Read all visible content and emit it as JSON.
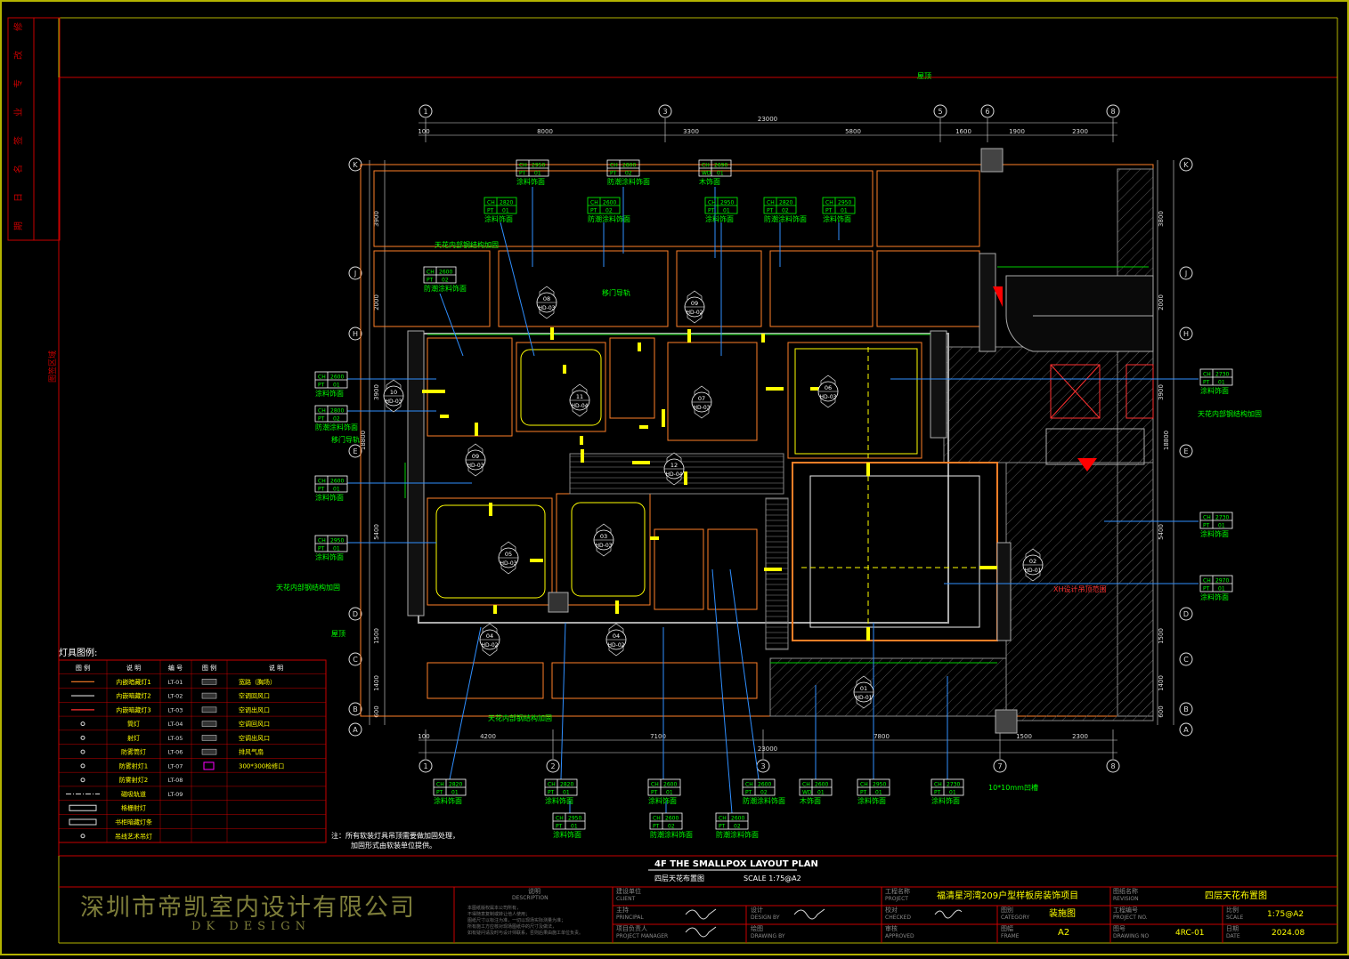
{
  "revision_strip": [
    "修",
    "改",
    "专",
    "业",
    "签",
    "名",
    "日",
    "期"
  ],
  "side_label": "图签区域",
  "roof_label": "屋顶",
  "grid_top": [
    "1",
    "3",
    "5",
    "6",
    "8"
  ],
  "grid_bottom": [
    "1",
    "2",
    "3",
    "7",
    "8"
  ],
  "grid_left": [
    "K",
    "J",
    "H",
    "E",
    "D",
    "C",
    "B",
    "A"
  ],
  "grid_right": [
    "K",
    "J",
    "H",
    "E",
    "D",
    "C",
    "B",
    "A"
  ],
  "dims_top": [
    "100",
    "8000",
    "3300",
    "5800",
    "1600",
    "1900",
    "2300"
  ],
  "dim_top_total": "23000",
  "dims_bottom": [
    "100",
    "4200",
    "7100",
    "7800",
    "1500",
    "2300"
  ],
  "dim_bottom_total": "23000",
  "dims_left": [
    "3900",
    "2000",
    "3900",
    "5400",
    "1500",
    "1400",
    "600"
  ],
  "dim_left_total": "18800",
  "dims_right": [
    "3800",
    "2000",
    "3900",
    "5400",
    "1500",
    "1400",
    "600"
  ],
  "dim_right_total": "18800",
  "tags": [
    {
      "ch": "2950",
      "code": "PT",
      "num": "01",
      "label": "涂料饰面"
    },
    {
      "ch": "2800",
      "code": "PT",
      "num": "02",
      "label": "防潮涂料饰面"
    },
    {
      "ch": "2690",
      "code": "WD",
      "num": "01",
      "label": "木饰面"
    },
    {
      "ch": "2820",
      "code": "PT",
      "num": "01",
      "label": "涂料饰面"
    },
    {
      "ch": "2600",
      "code": "PT",
      "num": "02",
      "label": "防潮涂料饰面"
    },
    {
      "ch": "2950",
      "code": "PT",
      "num": "01",
      "label": "涂料饰面"
    },
    {
      "ch": "2820",
      "code": "PT",
      "num": "02",
      "label": "防潮涂料饰面"
    },
    {
      "ch": "2950",
      "code": "PT",
      "num": "01",
      "label": "涂料饰面"
    },
    {
      "ch": "2600",
      "code": "PT",
      "num": "02",
      "label": "防潮涂料饰面"
    },
    {
      "ch": "2600",
      "code": "PT",
      "num": "01",
      "label": "涂料饰面"
    },
    {
      "ch": "2800",
      "code": "PT",
      "num": "02",
      "label": "防潮涂料饰面"
    },
    {
      "ch": "2600",
      "code": "PT",
      "num": "01",
      "label": "涂料饰面"
    },
    {
      "ch": "2950",
      "code": "PT",
      "num": "01",
      "label": "涂料饰面"
    },
    {
      "ch": "2730",
      "code": "PT",
      "num": "01",
      "label": "涂料饰面"
    },
    {
      "ch": "2730",
      "code": "PT",
      "num": "01",
      "label": "涂料饰面"
    },
    {
      "ch": "2970",
      "code": "PT",
      "num": "01",
      "label": "涂料饰面"
    },
    {
      "ch": "2820",
      "code": "PT",
      "num": "01",
      "label": "涂料饰面"
    },
    {
      "ch": "2820",
      "code": "PT",
      "num": "01",
      "label": "涂料饰面"
    },
    {
      "ch": "2600",
      "code": "PT",
      "num": "01",
      "label": "涂料饰面"
    },
    {
      "ch": "2600",
      "code": "PT",
      "num": "02",
      "label": "防潮涂料饰面"
    },
    {
      "ch": "2600",
      "code": "WD",
      "num": "01",
      "label": "木饰面"
    },
    {
      "ch": "2950",
      "code": "PT",
      "num": "01",
      "label": "涂料饰面"
    },
    {
      "ch": "2730",
      "code": "PT",
      "num": "01",
      "label": "涂料饰面"
    },
    {
      "ch": "2950",
      "code": "PT",
      "num": "01",
      "label": "涂料饰面"
    },
    {
      "ch": "2600",
      "code": "PT",
      "num": "02",
      "label": "防潮涂料饰面"
    },
    {
      "ch": "2600",
      "code": "PT",
      "num": "02",
      "label": "防潮涂料饰面"
    }
  ],
  "notes": {
    "steel1": "天花内部钢结构加固",
    "steel2": "天花内部钢结构加固",
    "steel3": "天花内部钢结构加固",
    "steel4": "天花内部钢结构加固",
    "door_rail1": "移门导轨",
    "door_rail2": "移门导轨",
    "roof_left": "屋顶",
    "design_note": "XH设计吊顶范围",
    "gap": "10*10mm凹槽"
  },
  "detail_marks": [
    {
      "num": "08",
      "ref": "HD-03"
    },
    {
      "num": "09",
      "ref": "HD-02"
    },
    {
      "num": "10",
      "ref": "HD-03"
    },
    {
      "num": "11",
      "ref": "HD-04"
    },
    {
      "num": "07",
      "ref": "HD-03"
    },
    {
      "num": "06",
      "ref": "HD-03"
    },
    {
      "num": "09",
      "ref": "HD-03"
    },
    {
      "num": "12",
      "ref": "HD-04"
    },
    {
      "num": "05",
      "ref": "HD-03"
    },
    {
      "num": "03",
      "ref": "HD-03"
    },
    {
      "num": "02",
      "ref": "HD-01"
    },
    {
      "num": "04",
      "ref": "HD-02"
    },
    {
      "num": "04",
      "ref": "HD-02"
    },
    {
      "num": "01",
      "ref": "HD-01"
    }
  ],
  "legend": {
    "title": "灯具图例:",
    "headers": [
      "图 例",
      "说 明",
      "编 号",
      "图 例",
      "说 明"
    ],
    "rows": [
      {
        "desc": "内嵌暗藏灯1",
        "code": "LT-01",
        "desc2": "宽路（胸场）"
      },
      {
        "desc": "内嵌暗藏灯2",
        "code": "LT-02",
        "desc2": "空调回风口"
      },
      {
        "desc": "内嵌暗藏灯3",
        "code": "LT-03",
        "desc2": "空调出风口"
      },
      {
        "desc": "筒灯",
        "code": "LT-04",
        "desc2": "空调回风口"
      },
      {
        "desc": "射灯",
        "code": "LT-05",
        "desc2": "空调出风口"
      },
      {
        "desc": "防雾筒灯",
        "code": "LT-06",
        "desc2": "排风气扇"
      },
      {
        "desc": "防雾射灯1",
        "code": "LT-07",
        "desc2": "300*300检修口"
      },
      {
        "desc": "防雾射灯2",
        "code": "LT-08",
        "desc2": ""
      },
      {
        "desc": "磁吸轨道",
        "code": "LT-09",
        "desc2": ""
      },
      {
        "desc": "格栅射灯",
        "code": "",
        "desc2": ""
      },
      {
        "desc": "书柜暗藏灯条",
        "code": "",
        "desc2": ""
      },
      {
        "desc": "吊线艺术吊灯",
        "code": "",
        "desc2": ""
      }
    ]
  },
  "footnote_1": "注：所有软装灯具吊顶需要做加固处理，",
  "footnote_2": "加固形式由软装单位提供。",
  "plan_title_en": "4F THE SMALLPOX LAYOUT PLAN",
  "plan_title_cn": "四层天花布置图",
  "plan_scale": "SCALE 1:75@A2",
  "company_cn": "深圳市帝凯室内设计有限公司",
  "company_en": "DK DESIGN",
  "title_block": {
    "desc_label": "说明",
    "desc_label_en": "DESCRIPTION",
    "desc_lines": [
      "本图纸版权属本公司所有，",
      "不得随意复制或转让他人使用；",
      "图纸尺寸以标注为准，一切以现场实际测量为准；",
      "所有施工方应核对现场图纸中的尺寸及做法，",
      "如有疑问请及时与设计师联系，否则后果由施工单位负责。"
    ],
    "client": "建设单位",
    "client_en": "CLIENT",
    "director": "主持",
    "director_en": "PRINCIPAL",
    "pm": "项目负责人",
    "pm_en": "PROJECT MANAGER",
    "design": "设计",
    "design_en": "DESIGN BY",
    "drawn": "绘图",
    "drawn_en": "DRAWING BY",
    "project": "工程名称",
    "project_en": "PROJECT",
    "project_name": "福清星河湾209户型样板房装饰项目",
    "checked": "校对",
    "checked_en": "CHECKED",
    "approved": "审核",
    "approved_en": "APPROVED",
    "category": "图别",
    "category_en": "CATEGORY",
    "category_val": "装施图",
    "frame": "图幅",
    "frame_en": "FRAME",
    "frame_val": "A2",
    "drawing_name": "图纸名称",
    "drawing_name_en": "REVISION",
    "drawing_name_val": "四层天花布置图",
    "project_no": "工程编号",
    "project_no_en": "PROJECT NO.",
    "drawing_no": "图号",
    "drawing_no_en": "DRAWING NO",
    "drawing_no_val": "4RC-01",
    "scale": "比例",
    "scale_en": "SCALE",
    "scale_val": "1:75@A2",
    "date": "日期",
    "date_en": "DATE",
    "date_val": "2024.08"
  },
  "colors": {
    "frame_yellow": "#b3b300",
    "frame_red": "#c80000",
    "wall_orange": "#ff7f27",
    "grid_white": "#dcdcdc",
    "tag_green": "#00ff00",
    "leader_blue": "#2f8fff",
    "highlight_yellow": "#ffff00",
    "hatch_gray": "#808080"
  }
}
